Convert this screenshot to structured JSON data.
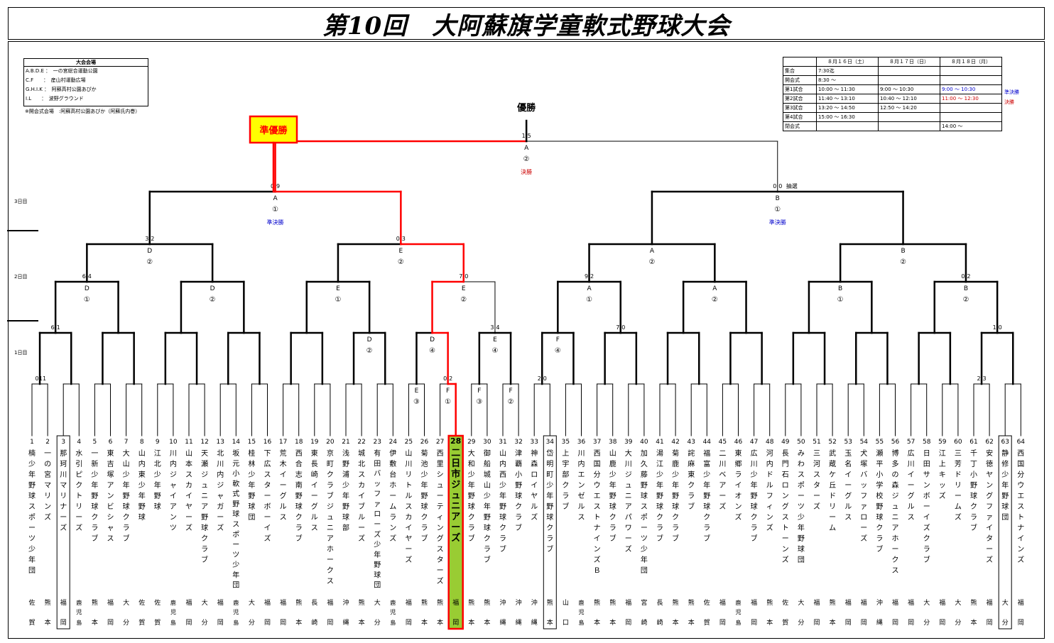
{
  "title": "第10回　大阿蘇旗学童軟式野球大会",
  "venue": {
    "heading": "大会会場",
    "rows": [
      "A.B.D.E ：　一の宮総合運動公園",
      "C.F　　：　産山村運動広場",
      "G.H.I.K ：　阿蘇高村公園あぴか",
      "I.L　　：　波野グラウンド"
    ],
    "note": "※開会式会場　:阿蘇高村公園あぴか（阿蘇氏内巻）"
  },
  "schedule": {
    "headers": [
      "",
      "８月１６日（土）",
      "８月１７日（日）",
      "８月１８日（月）"
    ],
    "rows": [
      [
        "集合",
        "7:30迄",
        "",
        ""
      ],
      [
        "開会式",
        "8:30 ～",
        "",
        ""
      ],
      [
        "第1試合",
        "10:00 ～ 11:30",
        "9:00 ～ 10:30",
        "9:00 ～ 10:30"
      ],
      [
        "第2試合",
        "11:40 ～ 13:10",
        "10:40 ～ 12:10",
        "11:00 ～ 12:30"
      ],
      [
        "第3試合",
        "13:20 ～ 14:50",
        "12:50 ～ 14:20",
        ""
      ],
      [
        "第4試合",
        "15:00 ～ 16:30",
        "",
        ""
      ],
      [
        "閉会式",
        "",
        "",
        "14:00 ～"
      ]
    ],
    "note_semifinal": "準決勝",
    "note_final": "決勝",
    "colors": {
      "semifinal": "#0000cc",
      "final": "#cc0000"
    }
  },
  "day_labels": [
    "3日目",
    "2日目",
    "1日目"
  ],
  "champion_label": "優勝",
  "runnerup_label": "準優勝",
  "final": {
    "venue": "A",
    "match": "②",
    "round": "決勝",
    "score_left": "1",
    "score_right": "5"
  },
  "semis": [
    {
      "venue": "A",
      "match": "①",
      "round": "準決勝",
      "score_left": "0",
      "score_right": "9"
    },
    {
      "venue": "B",
      "match": "①",
      "round": "準決勝",
      "score_left": "0",
      "score_right": "0",
      "note": "抽選"
    }
  ],
  "qf": [
    {
      "venue": "D",
      "match": "②",
      "score_left": "3",
      "score_right": "2"
    },
    {
      "venue": "E",
      "match": "②",
      "score_left": "0",
      "score_right": "3"
    },
    {
      "venue": "A",
      "match": "②",
      "score_left": "",
      "score_right": ""
    },
    {
      "venue": "B",
      "match": "②",
      "score_left": "",
      "score_right": ""
    }
  ],
  "r3": [
    {
      "venue": "D",
      "match": "①",
      "score_left": "6",
      "score_right": "4"
    },
    {
      "venue": "D",
      "match": "②",
      "score_left": "",
      "score_right": ""
    },
    {
      "venue": "E",
      "match": "①",
      "score_left": "",
      "score_right": ""
    },
    {
      "venue": "E",
      "match": "②",
      "score_left": "7",
      "score_right": "0"
    },
    {
      "venue": "A",
      "match": "①",
      "score_left": "9",
      "score_right": "2"
    },
    {
      "venue": "A",
      "match": "②",
      "score_left": "",
      "score_right": ""
    },
    {
      "venue": "B",
      "match": "①",
      "score_left": "",
      "score_right": ""
    },
    {
      "venue": "B",
      "match": "②",
      "score_left": "0",
      "score_right": "2"
    }
  ],
  "r2": [
    {
      "venue": "",
      "match": "",
      "score_left": "6",
      "score_right": "1"
    },
    {
      "venue": "",
      "match": "",
      "score_left": "",
      "score_right": ""
    },
    {
      "venue": "",
      "match": "",
      "score_left": "",
      "score_right": ""
    },
    {
      "venue": "",
      "match": "",
      "score_left": "",
      "score_right": ""
    },
    {
      "venue": "",
      "match": "",
      "score_left": "",
      "score_right": ""
    },
    {
      "venue": "D",
      "match": "②",
      "score_left": "",
      "score_right": ""
    },
    {
      "venue": "D",
      "match": "④",
      "score_left": "",
      "score_right": ""
    },
    {
      "venue": "E",
      "match": "④",
      "score_left": "3",
      "score_right": "4"
    },
    {
      "venue": "F",
      "match": "④",
      "score_left": "",
      "score_right": ""
    },
    {
      "venue": "",
      "match": "",
      "score_left": "7",
      "score_right": "0"
    },
    {
      "venue": "",
      "match": "",
      "score_left": "",
      "score_right": ""
    },
    {
      "venue": "",
      "match": "",
      "score_left": "",
      "score_right": ""
    },
    {
      "venue": "",
      "match": "",
      "score_left": "",
      "score_right": ""
    },
    {
      "venue": "",
      "match": "",
      "score_left": "",
      "score_right": ""
    },
    {
      "venue": "",
      "match": "",
      "score_left": "",
      "score_right": ""
    },
    {
      "venue": "",
      "match": "",
      "score_left": "1",
      "score_right": "0"
    }
  ],
  "r1": [
    {
      "venue": "",
      "match": "",
      "score_left": "0",
      "score_right": "11"
    },
    {
      "venue": "",
      "match": "",
      "score_left": "",
      "score_right": ""
    },
    {
      "venue": "",
      "match": "",
      "score_left": "",
      "score_right": ""
    },
    {
      "venue": "",
      "match": "",
      "score_left": "",
      "score_right": ""
    },
    {
      "venue": "",
      "match": "",
      "score_left": "",
      "score_right": ""
    },
    {
      "venue": "",
      "match": "",
      "score_left": "",
      "score_right": ""
    },
    {
      "venue": "",
      "match": "",
      "score_left": "",
      "score_right": ""
    },
    {
      "venue": "",
      "match": "",
      "score_left": "",
      "score_right": ""
    },
    {
      "venue": "",
      "match": "",
      "score_left": "",
      "score_right": ""
    },
    {
      "venue": "",
      "match": "",
      "score_left": "",
      "score_right": ""
    },
    {
      "venue": "",
      "match": "",
      "score_left": "",
      "score_right": ""
    },
    {
      "venue": "",
      "match": "",
      "score_left": "",
      "score_right": ""
    },
    {
      "venue": "E",
      "match": "③",
      "score_left": "",
      "score_right": ""
    },
    {
      "venue": "F",
      "match": "①",
      "score_left": "0",
      "score_right": "2"
    },
    {
      "venue": "F",
      "match": "③",
      "score_left": "",
      "score_right": ""
    },
    {
      "venue": "F",
      "match": "②",
      "score_left": "",
      "score_right": ""
    },
    {
      "venue": "",
      "match": "",
      "score_left": "2",
      "score_right": "0"
    },
    {
      "venue": "",
      "match": "",
      "score_left": "",
      "score_right": ""
    },
    {
      "venue": "",
      "match": "",
      "score_left": "",
      "score_right": ""
    },
    {
      "venue": "",
      "match": "",
      "score_left": "",
      "score_right": ""
    },
    {
      "venue": "",
      "match": "",
      "score_left": "",
      "score_right": ""
    },
    {
      "venue": "",
      "match": "",
      "score_left": "",
      "score_right": ""
    },
    {
      "venue": "",
      "match": "",
      "score_left": "",
      "score_right": ""
    },
    {
      "venue": "",
      "match": "",
      "score_left": "",
      "score_right": ""
    },
    {
      "venue": "",
      "match": "",
      "score_left": "",
      "score_right": ""
    },
    {
      "venue": "",
      "match": "",
      "score_left": "",
      "score_right": ""
    },
    {
      "venue": "",
      "match": "",
      "score_left": "",
      "score_right": ""
    },
    {
      "venue": "",
      "match": "",
      "score_left": "",
      "score_right": ""
    },
    {
      "venue": "",
      "match": "",
      "score_left": "",
      "score_right": ""
    },
    {
      "venue": "",
      "match": "",
      "score_left": "",
      "score_right": ""
    },
    {
      "venue": "",
      "match": "",
      "score_left": "2",
      "score_right": "3"
    },
    {
      "venue": "",
      "match": "",
      "score_left": "",
      "score_right": ""
    }
  ],
  "winner_index": 27,
  "runnerup_index": 2,
  "seed_boxes": [
    2,
    33,
    62
  ],
  "colors": {
    "bracket": "#000000",
    "winner_path": "#ff0000",
    "winner_fill": "#99cc33",
    "runnerup_fill": "#ffff00",
    "runnerup_border": "#ff0000"
  },
  "teams": [
    {
      "no": "1",
      "name": "楠少年野球スポーツ少年団",
      "pref": "佐賀"
    },
    {
      "no": "2",
      "name": "一の宮マリンズ",
      "pref": "熊本"
    },
    {
      "no": "3",
      "name": "那珂川マリナーズ",
      "pref": "福岡"
    },
    {
      "no": "4",
      "name": "水引ピクトリーズ",
      "pref": "鹿児島"
    },
    {
      "no": "5",
      "name": "一新少年野球クラブ",
      "pref": "熊本"
    },
    {
      "no": "6",
      "name": "東吉塚アンビシャス",
      "pref": "福岡"
    },
    {
      "no": "7",
      "name": "大山少年野球クラブ",
      "pref": "大分"
    },
    {
      "no": "8",
      "name": "山内東少年野球",
      "pref": "佐賀"
    },
    {
      "no": "9",
      "name": "江北少年野球",
      "pref": "佐賀"
    },
    {
      "no": "10",
      "name": "川内ジャイアンツ",
      "pref": "鹿児島"
    },
    {
      "no": "11",
      "name": "山本スカイヤーズ",
      "pref": "福岡"
    },
    {
      "no": "12",
      "name": "天瀬ジュニア野球クラブ",
      "pref": "大分"
    },
    {
      "no": "13",
      "name": "北川内ジャガーズ",
      "pref": "福岡"
    },
    {
      "no": "14",
      "name": "坂元小軟式野球スポーツ少年団",
      "pref": "鹿児島"
    },
    {
      "no": "15",
      "name": "桂林少年野球団",
      "pref": "大分"
    },
    {
      "no": "16",
      "name": "下広スターボーイズ",
      "pref": "福岡"
    },
    {
      "no": "17",
      "name": "荒木イーグルス",
      "pref": "福岡"
    },
    {
      "no": "18",
      "name": "西合志南野球クラブ",
      "pref": "熊本"
    },
    {
      "no": "19",
      "name": "東長崎イーグルス",
      "pref": "長崎"
    },
    {
      "no": "20",
      "name": "京町クラブジュニアホークス",
      "pref": "福岡"
    },
    {
      "no": "21",
      "name": "浅野浦少年野球部",
      "pref": "沖縄"
    },
    {
      "no": "22",
      "name": "城北スカイブルーズ",
      "pref": "熊本"
    },
    {
      "no": "23",
      "name": "有田バッファローズ少年野球団",
      "pref": "大分"
    },
    {
      "no": "24",
      "name": "伊敷台ホームランズ",
      "pref": "鹿児島"
    },
    {
      "no": "25",
      "name": "山川リトルスカイヤーズ",
      "pref": "福岡"
    },
    {
      "no": "26",
      "name": "菊池少年野球クラブ",
      "pref": "熊本"
    },
    {
      "no": "27",
      "name": "西里シューティングスターズ",
      "pref": "熊本"
    },
    {
      "no": "28",
      "name": "二日市ジュニアーズ",
      "pref": "福岡"
    },
    {
      "no": "29",
      "name": "大和少年野球クラブ",
      "pref": "熊本"
    },
    {
      "no": "30",
      "name": "御船城山少年野球クラブ",
      "pref": "熊本"
    },
    {
      "no": "31",
      "name": "山内西少年野球クラブ",
      "pref": "沖縄"
    },
    {
      "no": "32",
      "name": "津覇小野球クラブ",
      "pref": "沖縄"
    },
    {
      "no": "33",
      "name": "神森ロイヤルズ",
      "pref": "沖縄"
    },
    {
      "no": "34",
      "name": "岱明町少年野球クラブ",
      "pref": "熊本"
    },
    {
      "no": "35",
      "name": "上宇部クラブ",
      "pref": "山口"
    },
    {
      "no": "36",
      "name": "川内エンゼルス",
      "pref": "鹿児島"
    },
    {
      "no": "37",
      "name": "西国分ウエストナインズＢ",
      "pref": "熊本"
    },
    {
      "no": "38",
      "name": "山鹿少年野球クラブ",
      "pref": "熊本"
    },
    {
      "no": "39",
      "name": "大川ジュニアパワーズ",
      "pref": "福岡"
    },
    {
      "no": "40",
      "name": "加久藤野球スポーツ少年団",
      "pref": "宮崎"
    },
    {
      "no": "41",
      "name": "湯江少年野球クラブ",
      "pref": "長崎"
    },
    {
      "no": "42",
      "name": "菊鹿少年野球クラブ",
      "pref": "熊本"
    },
    {
      "no": "43",
      "name": "詫麻東クラブ",
      "pref": "熊本"
    },
    {
      "no": "44",
      "name": "福富少年野球クラブ",
      "pref": "佐賀"
    },
    {
      "no": "45",
      "name": "二川ベアーズ",
      "pref": "福岡"
    },
    {
      "no": "46",
      "name": "東郷ライオンズ",
      "pref": "鹿児島"
    },
    {
      "no": "47",
      "name": "広川少年野球クラブ",
      "pref": "福岡"
    },
    {
      "no": "48",
      "name": "河内ドルフィンズ",
      "pref": "熊本"
    },
    {
      "no": "49",
      "name": "長門石ロングストーンズ",
      "pref": "佐賀"
    },
    {
      "no": "50",
      "name": "みわスポーツ少年野球団",
      "pref": "大分"
    },
    {
      "no": "51",
      "name": "三河スターズ",
      "pref": "福岡"
    },
    {
      "no": "52",
      "name": "武蔵ケ丘ドリーム",
      "pref": "熊本"
    },
    {
      "no": "53",
      "name": "玉名イーグルス",
      "pref": "福岡"
    },
    {
      "no": "54",
      "name": "犬塚バッファローズ",
      "pref": "福岡"
    },
    {
      "no": "55",
      "name": "瀬平小学校野球クラブ",
      "pref": "沖縄"
    },
    {
      "no": "56",
      "name": "博多の森ジュニアホークス",
      "pref": "福岡"
    },
    {
      "no": "57",
      "name": "広川イーグルス",
      "pref": "福岡"
    },
    {
      "no": "58",
      "name": "日田サンボーイズクラブ",
      "pref": "大分"
    },
    {
      "no": "59",
      "name": "江上キッズ",
      "pref": "福岡"
    },
    {
      "no": "60",
      "name": "三芳ドリームズ",
      "pref": "大分"
    },
    {
      "no": "61",
      "name": "千丁小野球クラブ",
      "pref": "熊本"
    },
    {
      "no": "62",
      "name": "安徳ヤングファイターズ",
      "pref": "福岡"
    },
    {
      "no": "63",
      "name": "静修少年野球団",
      "pref": "大分"
    },
    {
      "no": "64",
      "name": "西国分ウエストナインズ",
      "pref": "福岡"
    }
  ]
}
